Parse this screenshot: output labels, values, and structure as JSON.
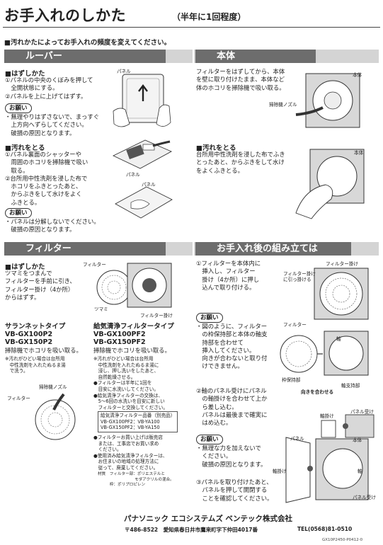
{
  "title": "お手入れのしかた",
  "title_sub": "（半年に1回程度）",
  "lead": "■汚れかたによってお手入れの頻度を変えてください。",
  "sections": {
    "louver": "ルーバー",
    "body": "本体",
    "filter": "フィルター",
    "assembly": "お手入れ後の組み立ては"
  },
  "louver": {
    "remove_head": "■はずしかた",
    "remove_text": "①パネルの中央のくぼみを押して\n　全開状態にする。\n②パネルを上に上げてはずす。",
    "notice_tag": "お願い",
    "notice_text": "・無理やりはずさないで、まっすぐ\n　上方向へずらしてください。\n　破損の原因となります。",
    "clean_head": "■汚れをとる",
    "clean_text": "①パネル裏面のシャッターや\n　周囲のホコリを掃除機で吸い\n　取る。\n②台所用中性洗剤を浸した布で\n　ホコリをふきとったあと、\n　からぶきをして水けをよく\n　ふきとる。",
    "notice2_tag": "お願い",
    "notice2_text": "・パネルは分解しないでください。\n　破損の原因となります。",
    "label_panel1": "パネル",
    "label_panel2": "パネル",
    "label_panel3": "パネル"
  },
  "body": {
    "intro_text": "フィルターをはずしてから、本体\nを壁に取り付けたまま、本体など\n体のホコリを掃除機で吸い取る。",
    "label_body1": "本体",
    "label_nozzle": "掃除機ノズル",
    "clean_head": "■汚れをとる",
    "clean_text": "台所用中性洗剤を浸した布でふき\nとったあと、からぶきをして水け\nをよくふきとる。",
    "label_body2": "本体"
  },
  "filter": {
    "remove_head": "■はずしかた",
    "remove_text": "ツマミをつまんで\nフィルターを手前に引き、\nフィルター掛け（4か所）\nからはずす。",
    "label_filter": "フィルター",
    "label_knob": "ツマミ",
    "label_hook": "フィルター掛け",
    "saran_title": "サランネットタイプ",
    "saran_models": "VB-GX100P2\nVB-GX150P2",
    "saran_text": "掃除機でホコリを吸い取る。",
    "saran_note": "※汚れがひどい場合は台所用\n　中性洗剤を入れたぬるま湯\n　で洗う。",
    "supply_title": "給気清浄フィルタータイプ",
    "supply_models": "VB-GX100PF2\nVB-GX150PF2",
    "supply_text": "掃除機でホコリを吸い取る。",
    "supply_note": "※汚れがひどい場合は台所用\n　中性洗剤を入れたぬるま湯に\n　浸し、押し洗いをしたあと、\n　自然乾燥させる。\n●フィルターは半年に1回を\n　目安に水洗いしてください。\n●給気清浄フィルターの交換は、\n　5～6回の水洗いを目安に新しい\n　フィルターと交換してください。",
    "parts_box": "給気清浄フィルター品番（別売品）\nVB-GX100PF2：VB-YA100\nVB-GX150PF2：VB-YA150",
    "supply_note2": "●フィルターお買い上げは販売店\n　または、工事店でお買い求め\n　ください。\n●使用済み給気清浄フィルターは、\n　お住まいの地域の処理方法に\n　従って、廃棄してください。",
    "material": "材質　フィルター部：ポリエステルと\n　　　　　　　　　 モダアクリルの混合。\n　　　枠：ポリプロピレン",
    "label_nozzle": "掃除機ノズル",
    "label_filter2": "フィルター"
  },
  "assembly": {
    "step1_text": "①フィルターを本体内に\n　挿入し、フィルター\n　掛け（4か所）に押し\n　込んで取り付ける。",
    "label_hook": "フィルター掛け",
    "label_hook2": "フィルター掛け\nに引っ掛ける",
    "notice_tag": "お願い",
    "notice_text": "・図のように、フィルター\n　の枠保持部と本体の軸支\n　持部を合わせて\n　挿入してください。\n　向きが合わないと取り付\n　けできません。",
    "label_filter": "フィルター",
    "label_axis": "軸",
    "label_frame": "枠保持部",
    "label_align": "向きを合わせる",
    "label_support": "軸支持部",
    "step2_text": "②軸のパネル受けにパネル\n　の軸掛けを合わせて上か\n　ら差し込む。\n　パネルは最後まで確実に\n　はめ込む。",
    "label_axishook": "軸掛け",
    "label_receiver": "パネル受け",
    "label_panel": "パネル",
    "label_body": "本体",
    "notice2_tag": "お願い",
    "notice2_text": "・無理な力を加えないで\n　ください。\n　破損の原因となります。",
    "label_axishook2": "軸掛け",
    "label_axis2": "軸",
    "step3_text": "③パネルを取り付けたあと、\n　パネルを押して開閉する\n　ことを確認してください。",
    "label_receiver2": "パネル受け"
  },
  "footer": {
    "company": "パナソニック エコシステムズ ベンテック株式会社",
    "address": "〒486-8522　愛知県春日井市鷹来町字下仲田4017番",
    "tel": "TEL(0568)81-0510",
    "code": "GX10P2450-P0412-0"
  }
}
